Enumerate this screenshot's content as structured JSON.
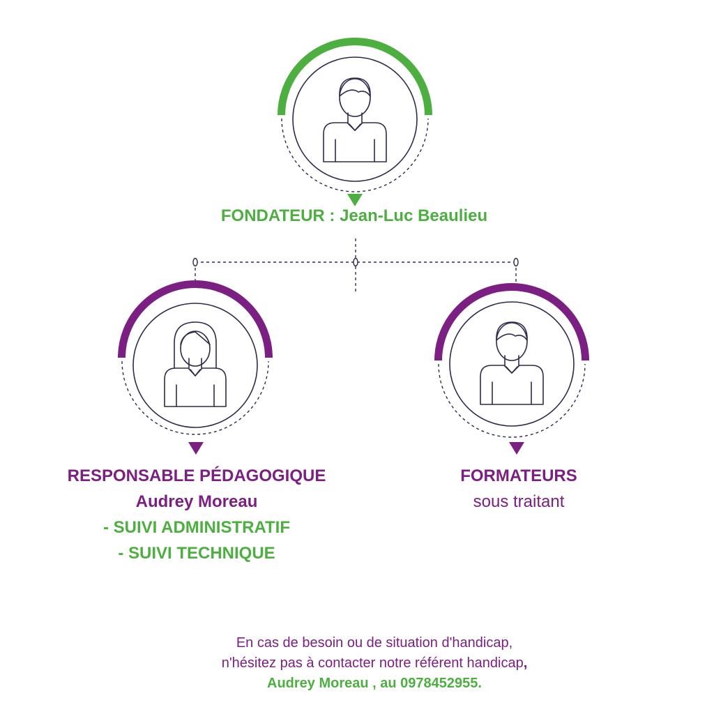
{
  "colors": {
    "green": "#4caf3f",
    "purple": "#7b1f82",
    "outline": "#2d2a4a"
  },
  "founder": {
    "title": "FONDATEUR : Jean-Luc Beaulieu",
    "icon": "man-avatar-icon"
  },
  "responsable": {
    "role": "RESPONSABLE PÉDAGOGIQUE",
    "name": "Audrey Moreau",
    "duty_1": "- SUIVI ADMINISTRATIF",
    "duty_2": "- SUIVI TECHNIQUE",
    "icon": "woman-avatar-icon"
  },
  "formateurs": {
    "role": "FORMATEURS",
    "subtitle": "sous traitant",
    "icon": "man-avatar-icon"
  },
  "footer": {
    "line_1": "En cas de besoin ou de situation d'handicap,",
    "line_2": "n'hésitez pas à contacter notre référent handicap",
    "line_2_comma": ",",
    "line_3": "Audrey Moreau , au 0978452955."
  }
}
